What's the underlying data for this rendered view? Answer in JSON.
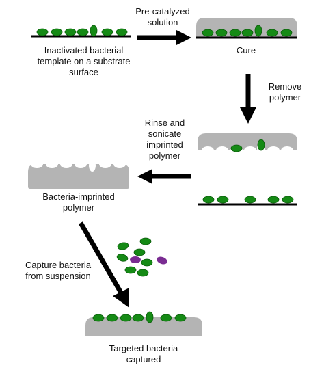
{
  "colors": {
    "bacteria": "#158A15",
    "bacteria_outline": "#0B5A0B",
    "non_target": "#7A2C92",
    "polymer": "#B4B4B4",
    "line": "#000000"
  },
  "labels": {
    "template": [
      "Inactivated bacterial",
      "template on a substrate",
      "surface"
    ],
    "precat": [
      "Pre-catalyzed",
      "solution"
    ],
    "cure": [
      "Cure"
    ],
    "remove": [
      "Remove",
      "polymer"
    ],
    "rinse": [
      "Rinse and",
      "sonicate",
      "imprinted",
      "polymer"
    ],
    "imprinted": [
      "Bacteria-imprinted",
      "polymer"
    ],
    "capture": [
      "Capture bacteria",
      "from suspension"
    ],
    "captured": [
      "Targeted bacteria",
      "captured"
    ]
  }
}
